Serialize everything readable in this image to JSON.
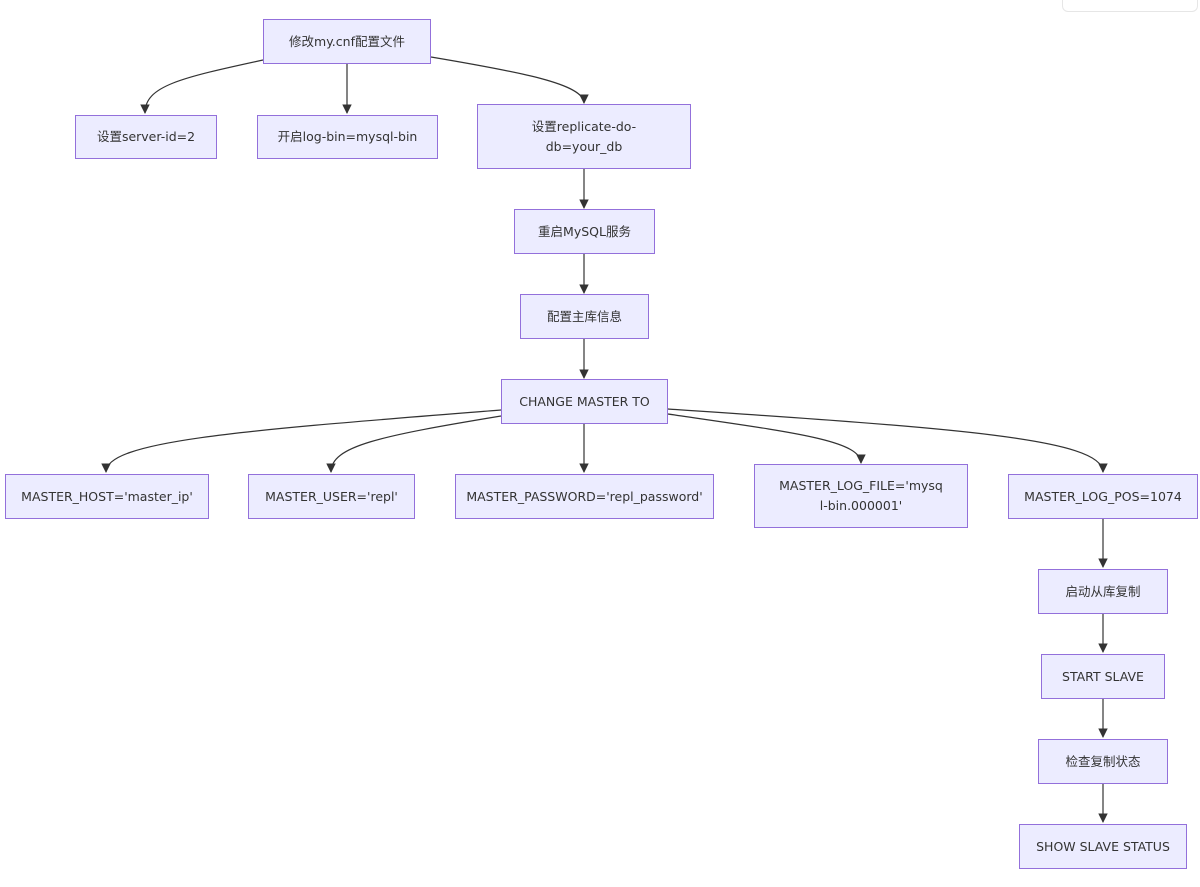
{
  "nodes": {
    "n1": "修改my.cnf配置文件",
    "n2": "设置server-id=2",
    "n3": "开启log-bin=mysql-bin",
    "n4": "设置replicate-do-db=your_db",
    "n5": "重启MySQL服务",
    "n6": "配置主库信息",
    "n7": "CHANGE MASTER TO",
    "n8": "MASTER_HOST='master_ip'",
    "n9": "MASTER_USER='repl'",
    "n10": "MASTER_PASSWORD='repl_password'",
    "n11": "MASTER_LOG_FILE='mysql-bin.000001'",
    "n12": "MASTER_LOG_POS=1074",
    "n13": "启动从库复制",
    "n14": "START SLAVE",
    "n15": "检查复制状态",
    "n16": "SHOW SLAVE STATUS"
  },
  "edges": [
    [
      "n1",
      "n2"
    ],
    [
      "n1",
      "n3"
    ],
    [
      "n1",
      "n4"
    ],
    [
      "n4",
      "n5"
    ],
    [
      "n5",
      "n6"
    ],
    [
      "n6",
      "n7"
    ],
    [
      "n7",
      "n8"
    ],
    [
      "n7",
      "n9"
    ],
    [
      "n7",
      "n10"
    ],
    [
      "n7",
      "n11"
    ],
    [
      "n7",
      "n12"
    ],
    [
      "n12",
      "n13"
    ],
    [
      "n13",
      "n14"
    ],
    [
      "n14",
      "n15"
    ],
    [
      "n15",
      "n16"
    ]
  ],
  "colors": {
    "node_fill": "#ECECFF",
    "node_border": "#9370DB",
    "edge": "#333333",
    "text": "#333333"
  }
}
